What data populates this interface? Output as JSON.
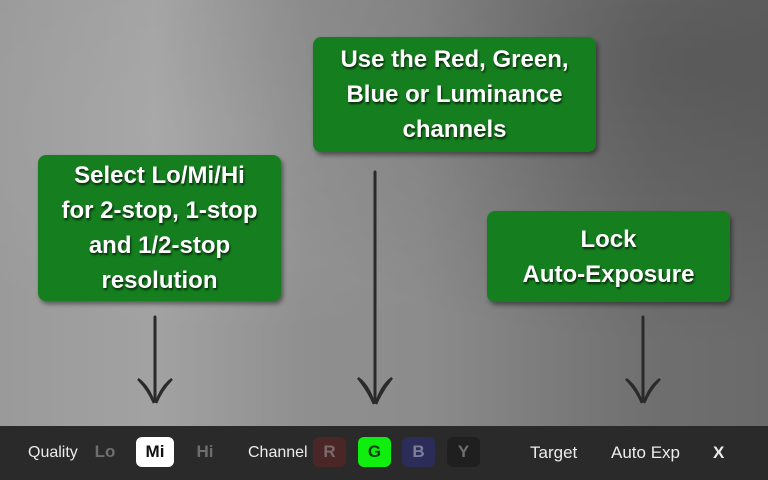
{
  "callouts": {
    "quality": {
      "lines": [
        "Select Lo/Mi/Hi",
        "for 2-stop, 1-stop",
        "and 1/2-stop",
        "resolution"
      ]
    },
    "channel": {
      "lines": [
        "Use the Red, Green,",
        "Blue or Luminance",
        "channels"
      ]
    },
    "lock": {
      "lines": [
        "Lock",
        "Auto-Exposure"
      ]
    }
  },
  "toolbar": {
    "quality_label": "Quality",
    "quality_options": [
      {
        "label": "Lo",
        "selected": false
      },
      {
        "label": "Mi",
        "selected": true
      },
      {
        "label": "Hi",
        "selected": false
      }
    ],
    "channel_label": "Channel",
    "channel_options": [
      {
        "label": "R",
        "selected": false,
        "color": "#4a2626"
      },
      {
        "label": "G",
        "selected": true,
        "color": "#10ee10"
      },
      {
        "label": "B",
        "selected": false,
        "color": "#2c2c58"
      },
      {
        "label": "Y",
        "selected": false,
        "color": "#1f1f1f"
      }
    ],
    "target_label": "Target",
    "auto_exp_label": "Auto Exp",
    "close_label": "X"
  },
  "colors": {
    "callout_bg": "#157f1f",
    "toolbar_bg": "#2a2a2a",
    "selected_quality_bg": "#ffffff",
    "selected_channel_bg": "#10ee10"
  }
}
